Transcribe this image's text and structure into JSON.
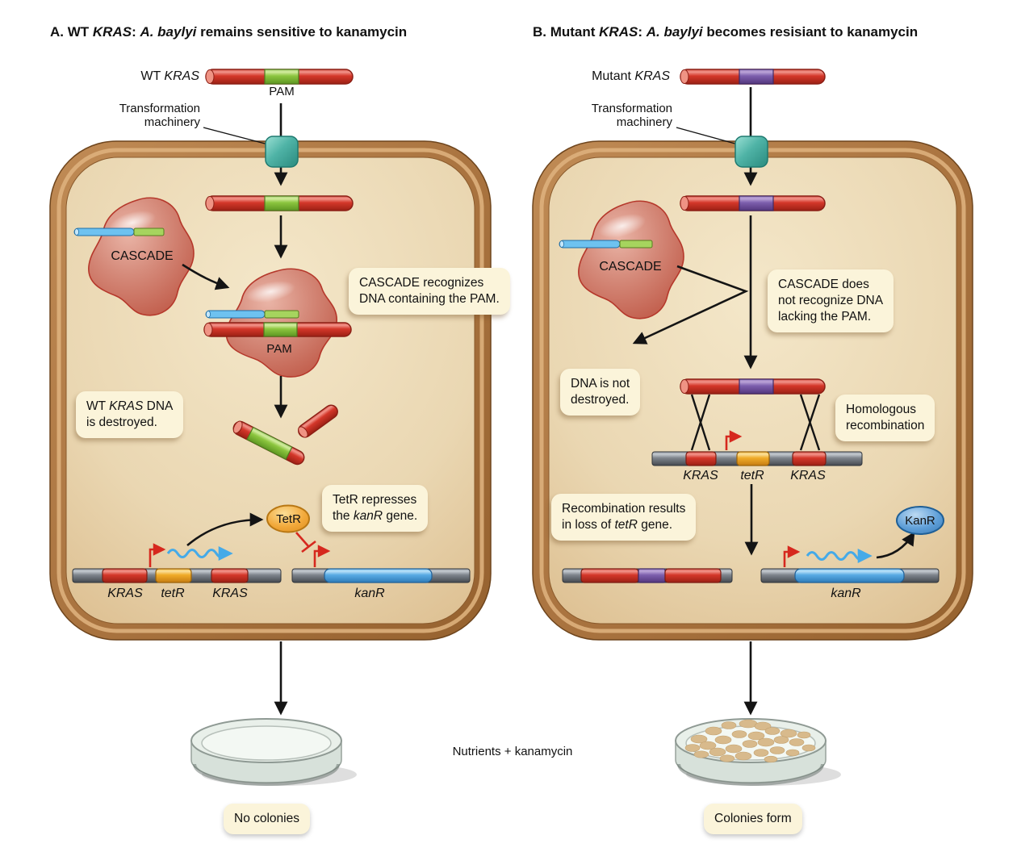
{
  "titles": {
    "a": {
      "label_prefix": "A. WT ",
      "gene": "KRAS",
      "sep": ": ",
      "species": "A. baylyi",
      "rest": " remains sensitive to kanamycin"
    },
    "b": {
      "label_prefix": "B. Mutant ",
      "gene": "KRAS",
      "sep": ": ",
      "species": "A. baylyi",
      "rest": " becomes resisiant to kanamycin"
    }
  },
  "panel_a": {
    "dna_label": {
      "prefix": "WT ",
      "gene": "KRAS"
    },
    "pam_top": "PAM",
    "pam_bound": "PAM",
    "transformation": {
      "line1": "Transformation",
      "line2": "machinery"
    },
    "cascade": "CASCADE",
    "callout_recognize": {
      "line1": "CASCADE recognizes",
      "line2": "DNA containing the PAM."
    },
    "callout_destroyed": {
      "l1a": "WT ",
      "l1b": "KRAS",
      "l1c": " DNA",
      "line2": "is destroyed."
    },
    "callout_tetr": {
      "line1": "TetR represses",
      "l2a": "the ",
      "l2b": "kanR",
      "l2c": " gene."
    },
    "tetr_protein": "TetR",
    "genome": {
      "kras1": "KRAS",
      "tetr": "tetR",
      "kras2": "KRAS"
    },
    "kanr_gene": "kanR",
    "petri_label": "No colonies"
  },
  "panel_b": {
    "dna_label": {
      "prefix": "Mutant ",
      "gene": "KRAS"
    },
    "transformation": {
      "line1": "Transformation",
      "line2": "machinery"
    },
    "cascade": "CASCADE",
    "callout_no_recognize": {
      "line1": "CASCADE does",
      "line2": "not recognize DNA",
      "line3": "lacking the PAM."
    },
    "callout_not_destroyed": {
      "line1": "DNA is not",
      "line2": "destroyed."
    },
    "callout_homologous": {
      "line1": "Homologous",
      "line2": "recombination"
    },
    "callout_recomb": {
      "line1": "Recombination results",
      "l2a": "in loss of ",
      "l2b": "tetR",
      "l2c": " gene."
    },
    "genome": {
      "kras1": "KRAS",
      "tetr": "tetR",
      "kras2": "KRAS"
    },
    "kanr_gene": "kanR",
    "kanr_protein": "KanR",
    "petri_label": "Colonies form"
  },
  "center": {
    "nutrients": "Nutrients + kanamycin"
  },
  "colors": {
    "dna_red": "#c62f22",
    "pam_green": "#8cc63f",
    "mutant_purple": "#7d5fae",
    "genome_gray": "#7e848c",
    "tetr_yellow": "#f0ab28",
    "kanr_blue": "#58aae4",
    "rna_blue": "#6ec2f0",
    "rna_green": "#a6d45e",
    "cascade_salmon": "#cf7a68",
    "channel_teal": "#4fb3a6",
    "cell_rim_brown": "#a9713d",
    "cell_fill_tan": "#ecd9b6",
    "callout_cream": "#fbf4da",
    "promoter_red": "#d6281e",
    "tetr_protein_orange": "#f2a93b",
    "kanr_protein_blue": "#5f9fd8",
    "colony_tan": "#d8ba8c"
  }
}
